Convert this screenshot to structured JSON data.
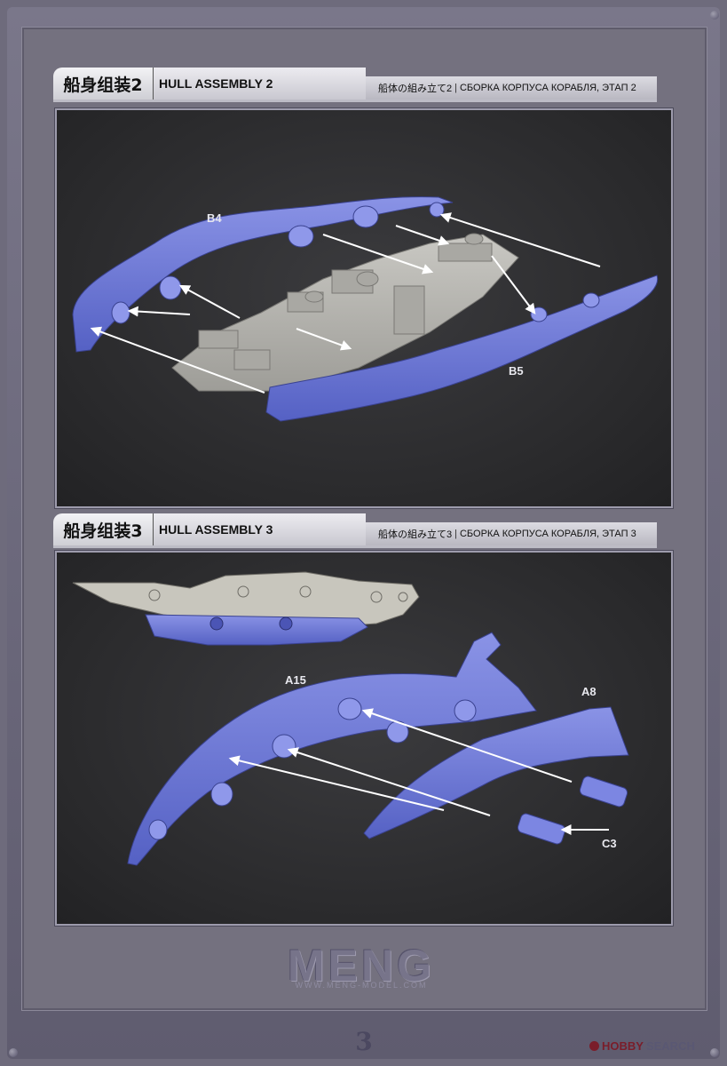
{
  "section1": {
    "title_cn": "船身组装2",
    "title_en": "HULL ASSEMBLY 2",
    "title_jp": "船体の組み立て2",
    "title_ru": "СБОРКА КОРПУСА КОРАБЛЯ, ЭТАП 2",
    "parts": {
      "left_hull": "B4",
      "right_hull": "B5"
    }
  },
  "section2": {
    "title_cn": "船身组装3",
    "title_en": "HULL ASSEMBLY 3",
    "title_jp": "船体の組み立て3",
    "title_ru": "СБОРКА КОРПУСА КОРАБЛЯ, ЭТАП 3",
    "parts": {
      "hull_side": "A15",
      "keel": "A8",
      "pins": "C3"
    }
  },
  "footer": {
    "logo": "MENG",
    "url": "WWW.MENG-MODEL.COM",
    "page_number": "3",
    "watermark_first": "HOBBY",
    "watermark_second": "SEARCH"
  },
  "colors": {
    "part_blue": "#6a74d6",
    "part_grey": "#b7b6b1",
    "arrow": "#ffffff",
    "background": "#6e6b7c"
  }
}
